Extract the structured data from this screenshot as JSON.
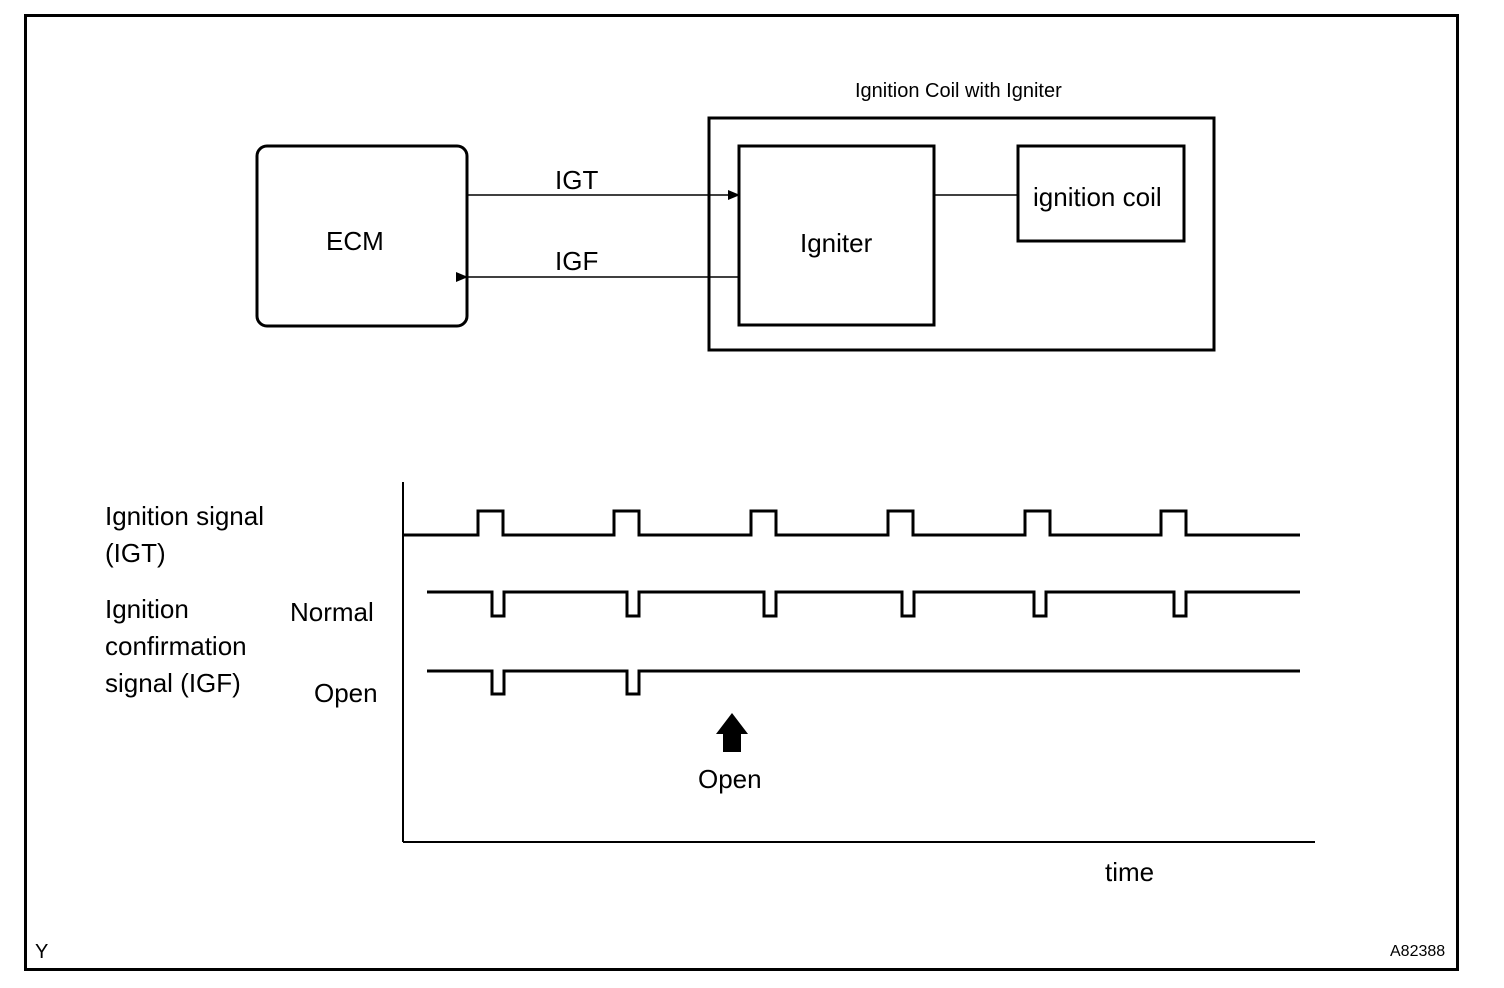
{
  "block_diagram": {
    "ecm_label": "ECM",
    "assembly_label": "Ignition Coil with Igniter",
    "igniter_label": "Igniter",
    "coil_label": "ignition coil",
    "igt_label": "IGT",
    "igf_label": "IGF"
  },
  "timing_chart": {
    "igt_row_label_line1": "Ignition signal",
    "igt_row_label_line2": "(IGT)",
    "igf_row_label_line1": "Ignition",
    "igf_row_label_line2": "confirmation",
    "igf_row_label_line3": "signal (IGF)",
    "normal_label": "Normal",
    "open_label": "Open",
    "open_marker_label": "Open",
    "time_axis_label": "time",
    "igt_pulse_count": 6,
    "igf_normal_pulse_count": 6,
    "igf_open_pulse_count": 2
  },
  "footer": {
    "left_code": "Y",
    "right_code": "A82388"
  }
}
